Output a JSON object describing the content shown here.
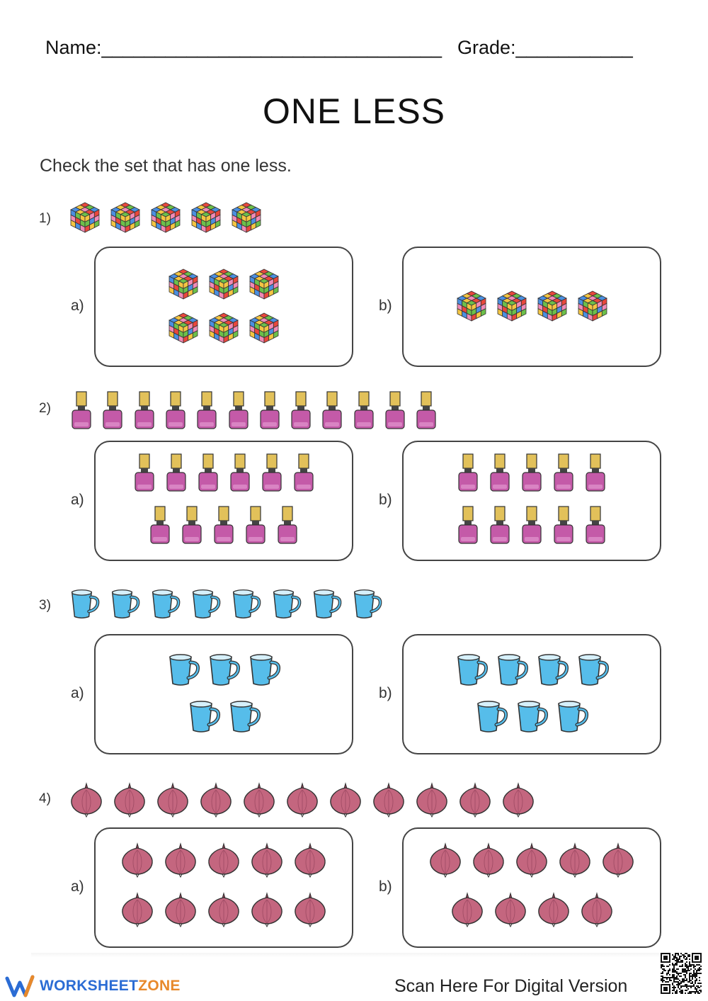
{
  "header": {
    "name_label": "Name:________________________________",
    "grade_label": "Grade:___________"
  },
  "title": "ONE LESS",
  "instruction": "Check the set that has one less.",
  "colors": {
    "cube_red": "#e8473c",
    "cube_yellow": "#f4c542",
    "cube_blue": "#4b8fe0",
    "cube_green": "#6cc04a",
    "cube_pink": "#f08ab7",
    "polish_cap": "#e2c15a",
    "polish_body": "#c45aa8",
    "cup": "#56bdea",
    "onion": "#c4667f"
  },
  "questions": [
    {
      "number": "1)",
      "item_icon": "rubiks-cube-icon",
      "count": 5,
      "options": [
        {
          "label": "a)",
          "count": 6
        },
        {
          "label": "b)",
          "count": 4
        }
      ]
    },
    {
      "number": "2)",
      "item_icon": "nail-polish-icon",
      "count": 12,
      "options": [
        {
          "label": "a)",
          "count": 11
        },
        {
          "label": "b)",
          "count": 10
        }
      ]
    },
    {
      "number": "3)",
      "item_icon": "cup-icon",
      "count": 8,
      "options": [
        {
          "label": "a)",
          "count": 5
        },
        {
          "label": "b)",
          "count": 7
        }
      ]
    },
    {
      "number": "4)",
      "item_icon": "onion-icon",
      "count": 11,
      "options": [
        {
          "label": "a)",
          "count": 10
        },
        {
          "label": "b)",
          "count": 9
        }
      ]
    }
  ],
  "footer": {
    "brand_part1": "WORKSHEET",
    "brand_part2": "ZONE",
    "scan_text": "Scan Here For Digital Version"
  }
}
